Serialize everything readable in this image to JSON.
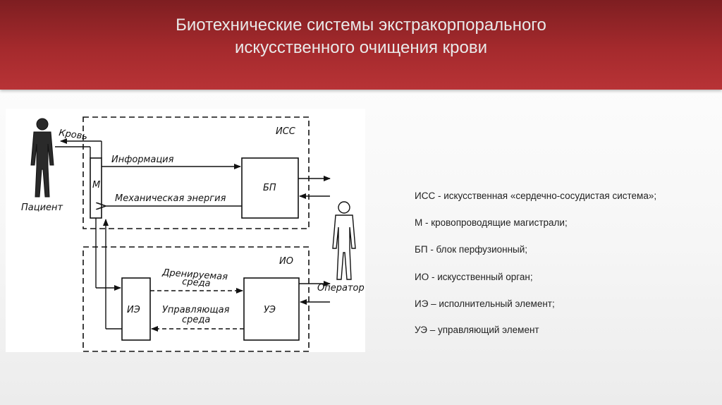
{
  "title": {
    "line1": "Биотехнические системы  экстракорпорального",
    "line2": "искусственного очищения крови"
  },
  "diagram": {
    "iss": "ИСС",
    "io": "ИО",
    "blood": "Кровь",
    "patient": "Пациент",
    "operator": "Оператор",
    "info": "Информация",
    "mech": "Механическая энергия",
    "bp": "БП",
    "m": "М",
    "ie": "ИЭ",
    "ue": "УЭ",
    "drain1": "Дренируемая",
    "drain2": "среда",
    "ctrl1": "Управляющая",
    "ctrl2": "среда"
  },
  "legend": [
    "ИСС - искусственная «сердечно-сосудистая система»;",
    "М - кровопроводящие магистрали;",
    "БП - блок перфузионный;",
    " ИО - искусственный орган;",
    "ИЭ – исполнительный элемент;",
    " УЭ – управляющий элемент"
  ]
}
